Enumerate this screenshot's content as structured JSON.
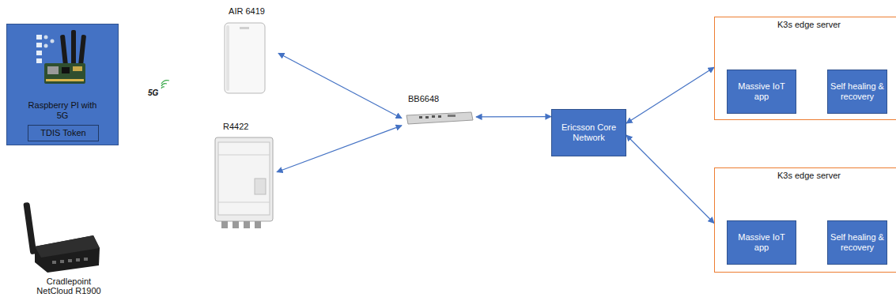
{
  "diagram": {
    "nodes": [
      {
        "text": [
          "Raspberry PI with 5G"
        ]
      },
      {
        "text": [
          "TDIS Token"
        ],
        "in": 0
      },
      {
        "text": [
          "AIR 6419"
        ]
      },
      {
        "text": [
          "R4422"
        ]
      },
      {
        "text": [
          "Cradlepoint NetCloud R1900"
        ]
      },
      {
        "text": [
          "BB6648"
        ]
      },
      {
        "text": [
          "Ericsson Core Network"
        ]
      },
      {
        "text": [
          "K3s edge server"
        ]
      },
      {
        "text": [
          "Massive IoT app"
        ],
        "in": 7
      },
      {
        "text": [
          "Self healing & recovery"
        ],
        "in": 7
      },
      {
        "text": [
          "K3s edge server"
        ]
      },
      {
        "text": [
          "Massive IoT app"
        ],
        "in": 10
      },
      {
        "text": [
          "Self healing & recovery"
        ],
        "in": 10
      }
    ],
    "edges": [
      {
        "from": 2,
        "to": 5,
        "arrow": "both"
      },
      {
        "from": 3,
        "to": 5,
        "arrow": "both"
      },
      {
        "from": 5,
        "to": 6,
        "arrow": "both"
      },
      {
        "from": 6,
        "to": 7,
        "arrow": "both"
      },
      {
        "from": 6,
        "to": 10,
        "arrow": "both"
      }
    ],
    "labels": [
      "5G"
    ]
  }
}
